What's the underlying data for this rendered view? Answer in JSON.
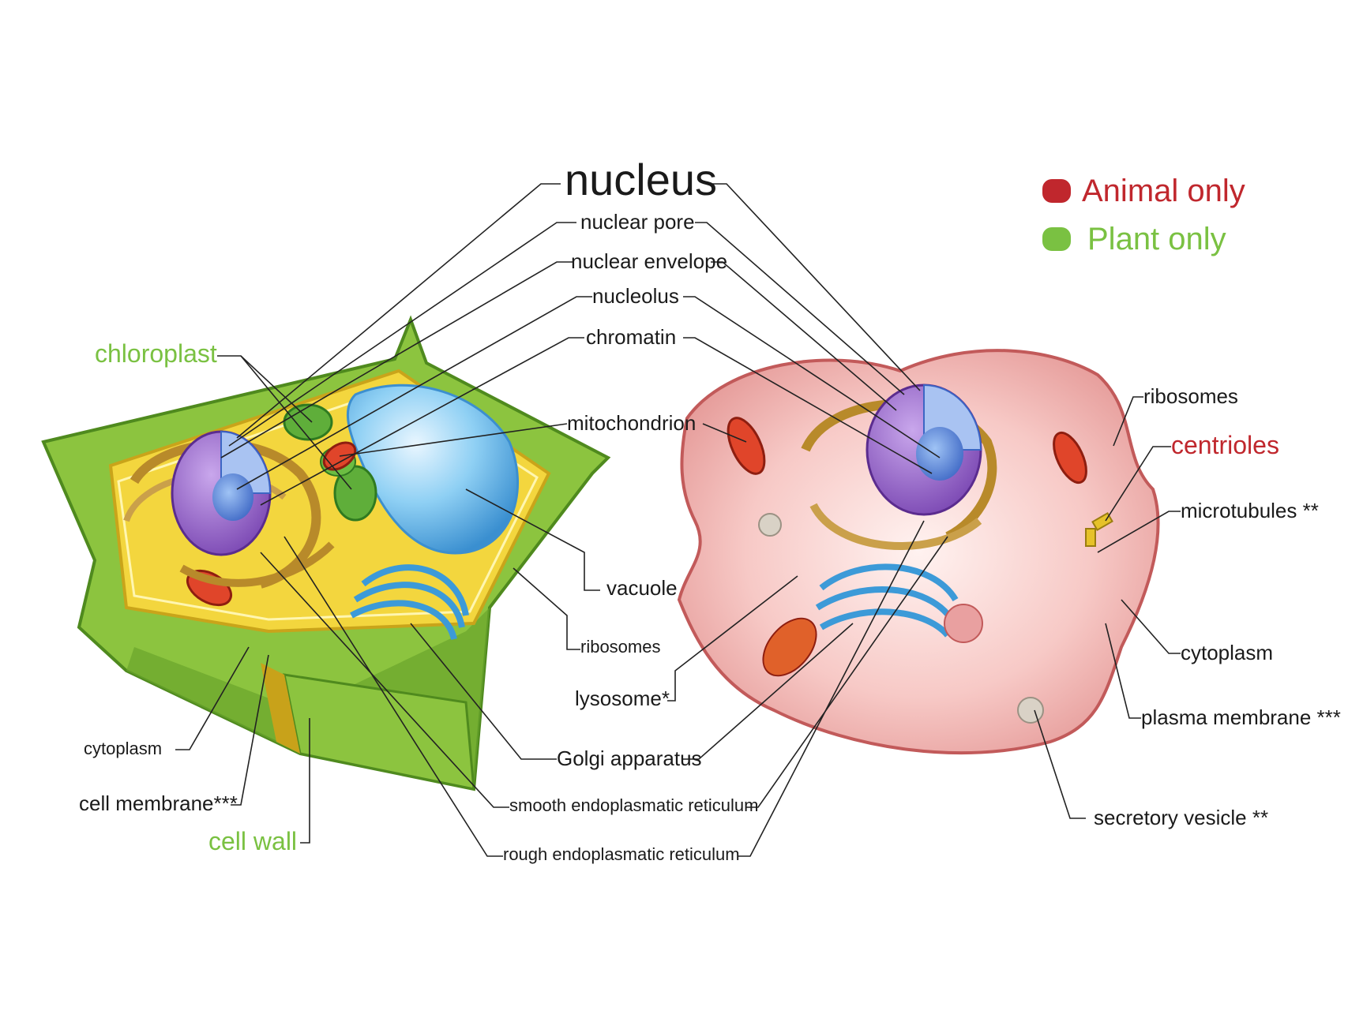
{
  "colors": {
    "animal_only": "#c0272d",
    "plant_only": "#7ac142",
    "text": "#1a1a1a",
    "plant_wall": "#7db53a",
    "plant_cytoplasm": "#f4d43a",
    "animal_cytoplasm": "#f2b6b4",
    "nucleus": "#9c6fc9",
    "vacuole": "#5fb4e6",
    "golgi": "#4aa8e0",
    "mitochondrion": "#e0452a",
    "er": "#b88a2a",
    "leader_line": "#222222"
  },
  "legend": {
    "animal_only": "Animal only",
    "plant_only": "Plant only"
  },
  "labels": {
    "nucleus": "nucleus",
    "nuclear_pore": "nuclear pore",
    "nuclear_envelope": "nuclear envelope",
    "nucleolus": "nucleolus",
    "chromatin": "chromatin",
    "mitochondrion": "mitochondrion",
    "vacuole": "vacuole",
    "ribosomes_center": "ribosomes",
    "lysosome": "lysosome*",
    "golgi": "Golgi apparatus",
    "smooth_er": "smooth endoplasmatic reticulum",
    "rough_er": "rough endoplasmatic reticulum",
    "chloroplast": "chloroplast",
    "cytoplasm_plant": "cytoplasm",
    "cell_membrane": "cell membrane***",
    "cell_wall": "cell wall",
    "ribosomes_animal": "ribosomes",
    "centrioles": "centrioles",
    "microtubules": "microtubules **",
    "cytoplasm_animal": "cytoplasm",
    "plasma_membrane": "plasma membrane ***",
    "secretory_vesicle": "secretory vesicle **"
  }
}
